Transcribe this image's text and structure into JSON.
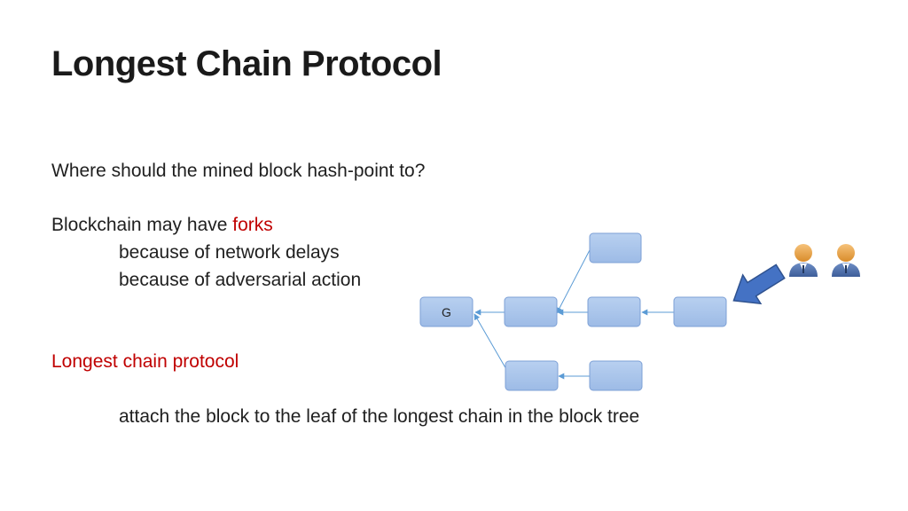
{
  "slide": {
    "title": "Longest Chain Protocol",
    "question": "Where should the mined block hash-point to?",
    "forks_prefix": "Blockchain may have ",
    "forks_word": "forks",
    "reason_network": "because of network delays",
    "reason_adversarial": "because of adversarial action",
    "protocol_name": "Longest chain protocol",
    "protocol_rule": "attach the block to the leaf of the longest chain in the block tree"
  },
  "diagram": {
    "genesis_label": "G",
    "colors": {
      "block_fill": "#a9c4ea",
      "block_stroke": "#7da0d6",
      "edge": "#5b9bd5",
      "arrow_fill": "#4472c4",
      "accent_red": "#c00000"
    },
    "icons": [
      "miner-person-icon",
      "miner-person-icon",
      "big-arrow-icon"
    ]
  }
}
